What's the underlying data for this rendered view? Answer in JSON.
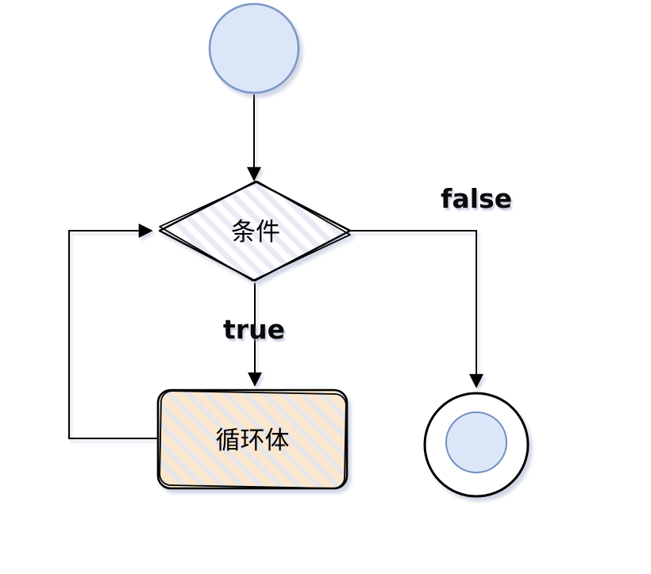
{
  "diagram": {
    "type": "flowchart",
    "subject": "loop control flow",
    "nodes": {
      "start": {
        "type": "start-circle",
        "label": ""
      },
      "condition": {
        "type": "decision-diamond",
        "label": "条件"
      },
      "loop_body": {
        "type": "process-rectangle",
        "label": "循环体"
      },
      "end": {
        "type": "end-circle",
        "label": ""
      }
    },
    "edges": [
      {
        "from": "start",
        "to": "condition",
        "label": ""
      },
      {
        "from": "condition",
        "to": "loop_body",
        "label": "true"
      },
      {
        "from": "condition",
        "to": "end",
        "label": "false"
      },
      {
        "from": "loop_body",
        "to": "condition",
        "label": ""
      }
    ],
    "colors": {
      "background": "#ffffff",
      "circle_fill": "#dbe7f8",
      "circle_stroke": "#7c96c5",
      "diamond_hatch_bg": "#ffffff",
      "diamond_hatch_stripe": "#e8ebf4",
      "loop_body_hatch_bg": "#fbe7cd",
      "loop_body_hatch_stripe": "#e2e6f0",
      "line_color": "#000000",
      "end_outer_stroke": "#000000",
      "end_inner_fill": "#dbe7f8",
      "end_inner_stroke": "#6f8fc0",
      "shadow": "#96a0c0"
    }
  }
}
